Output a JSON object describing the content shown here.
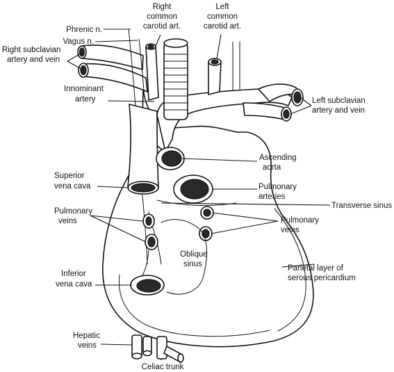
{
  "labels": {
    "phrenic": "Phrenic n.",
    "vagus": "Vagus n.",
    "right_common_carotid": [
      "Right",
      "common",
      "carotid art."
    ],
    "left_common_carotid": [
      "Left",
      "common",
      "carotid art."
    ],
    "right_subclavian": [
      "Right subclavian",
      "artery and vein"
    ],
    "innominant": [
      "Innominant",
      "artery"
    ],
    "left_subclavian": [
      "Left subclavian",
      "artery and vein"
    ],
    "ascending_aorta": [
      "Ascending",
      "aorta"
    ],
    "superior_vena_cava": [
      "Superior",
      "vena cava"
    ],
    "pulmonary_arteries": [
      "Pulmonary",
      "arteries"
    ],
    "transverse_sinus": "Transverse sinus",
    "pulmonary_veins_left": [
      "Pulmonary",
      "veins"
    ],
    "pulmonary_veins_right": [
      "Pulmonary",
      "veins"
    ],
    "oblique_sinus": [
      "Oblique",
      "sinus"
    ],
    "inferior_vena_cava": [
      "Inferior",
      "vena cava"
    ],
    "parietal_layer": [
      "Parietal layer of",
      "serous pericardium"
    ],
    "hepatic_veins": [
      "Hepatic",
      "veins"
    ],
    "celiac_trunk": "Celiac trunk"
  }
}
